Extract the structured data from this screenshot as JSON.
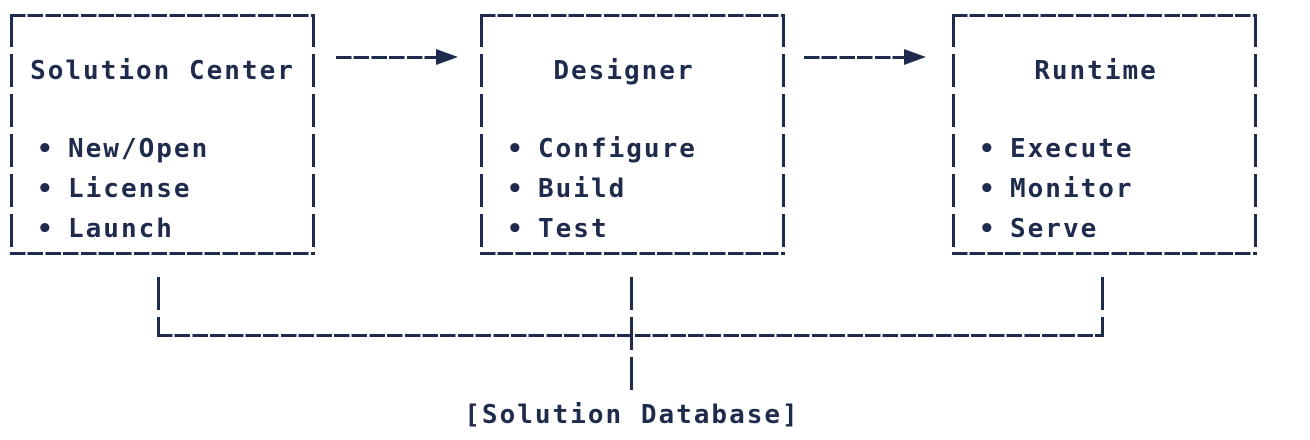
{
  "diagram": {
    "stages": [
      {
        "title": "Solution Center",
        "items": [
          "New/Open",
          "License",
          "Launch"
        ]
      },
      {
        "title": "Designer",
        "items": [
          "Configure",
          "Build",
          "Test"
        ]
      },
      {
        "title": "Runtime",
        "items": [
          "Execute",
          "Monitor",
          "Serve"
        ]
      }
    ],
    "bullet_glyph": "•",
    "database_label": "[Solution Database]",
    "icons": {
      "flow_arrow": "right-arrow",
      "list_marker": "bullet"
    },
    "colors": {
      "ink": "#1f2b4c",
      "background": "#ffffff"
    }
  }
}
